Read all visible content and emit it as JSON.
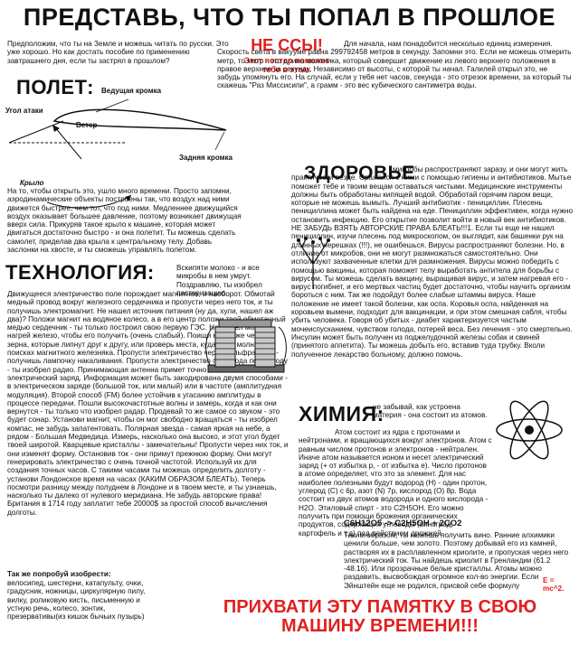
{
  "title": "ПРЕДСТАВЬ, ЧТО ТЫ ПОПАЛ В ПРОШЛОЕ",
  "intro": {
    "text": "Предположим, что ты на Земле и можешь читать по русски. Это уже хорошо. Но как достать пособие по применению завтрашнего дня, если ты застрял в прошлом?",
    "ne_ssy": "НЕ ССЫ!",
    "poster": "Этот постер поможет тебе в этом."
  },
  "measure": "Для начала, нам понадобится несколько единиц измерения. Скорость света в вакууме равна 299792458 метров в секунду. Запомни это. Если не можешь отмерить метр, то метр - это длина маятника, который совершит движение из левого верхнего положения в правое верхнее за секунду. Независимо от высоты, с которой ты начал. Галилей открыл это, не забудь упомянуть его. На случай, если у тебя нет часов, секунда - это отрезок времени, за который ты скажешь \"Раз Миссисипи\", а грамм - это вес кубического сантиметра воды.",
  "flight": {
    "heading": "ПОЛЕТ:",
    "labels": {
      "leading_edge": "Ведущая кромка",
      "attack_angle": "Угол атаки",
      "wind": "Ветер",
      "trailing_edge": "Задняя кромка",
      "wing": "Крыло"
    },
    "text": "На то, чтобы открыть это, ушло много времени. Просто запомни, аэродинамические объекты построены так, что воздух над ними движется быстрее, чем тот, что под ними. Медленнее движущийся воздух оказывает большее давление, поэтому возникает движущая вверх сила. Прикуряв такое крыло к машине, которая может двигаться достаточно быстро - и она полетит. Ты можешь сделать самолет, приделав два крыла к центральному телу. Добавь заслонки на хвосте, и ты сможешь управлять полетом."
  },
  "health": {
    "heading": "ЗДОРОВЬЕ",
    "text": "микробы распространяют заразу, и они могут жить практически везде. Сражайся с ними с помощью гигиены и антибиотиков. Мытье поможет тебе и твоим вещам оставаться чистыми. Медицинские инструменты должны быть обработаны кипящей водой. Обработай горячим паром вещи, которые не можешь вымыть. Лучший антибиотик - пенициллин. Плесень пенициллина может быть найдена на еде. Пенициллин эффективен, когда нужно остановить инфекцию. Его открытие позволит войти в новый век антибиотиков. НЕ ЗАБУДЬ ВЗЯТЬ АВТОРСКИЕ ПРАВА БЛЕАТЬ!!!1. Если ты еще не нашел пенициллин, изучи плесень под микроскопом, он выглядит, как башенки рук на длинных черешках (!!!), не ошибешься. Вирусы распространяют болезни. Но, в отличие от микробов, они не могут размножаться самостоятельно. Они используют захваченные клетки для размножения. Вирусы можно победить с помощью вакцины, которая поможет телу выработать антитела для борьбы с вирусом. Ты можешь сделать вакцину, выращивая вирус, и затем нагревая его - вирус погибнет, и его мертвых частиц будет достаточно, чтобы научить организм бороться с ним. Так же подойдут более слабые штаммы вируса. Наше положение не имеет такой болезни, как оспа. Коровья оспа, найденная на коровьем вымени, подходит для вакцинации, и при этом смешная сабля, чтобы убить человека. Говоря об убитых - диабет характеризуется частым мочеиспусканием, чувством голода, потерей веса. Без лечения - это смертельно. Инсулин может быть получен из поджелудочной железы собак и свиней (принятого аппетита). Ты можешь добыть его, вставив туда трубку. Вколи полученное лекарство больному, должно помочь."
  },
  "technology": {
    "heading": "ТЕХНОЛОГИЯ:",
    "side": "Вскипяти молоко - и все микробы в нем умрут. Поздравляю, ты изобрел пастеризацию.",
    "text": "Движущееся электричество поле порождает магнитное, и наоборот. Обмотай медный провод вокруг железного сердечника и пропусти через него ток, и ты получишь электромагнит. Не нашел источник питания (ну да, хули, нашел аж два)? Положи магнит на водяное колесо, а в его центр положи твой обмотанный медью сердечник - ты только построил свою первую ГЭС. Не нашел магнит - нагрей железо, чтобы его получить (очень слабый). Поищи на пляже черные зерна, которые липнут друг к другу, или проверь места, куда била молния в поисках магнитного железняка. Пропусти электричество через вольфрам (!!!) - получишь лампочку накаливания. Пропусти электричество гуда-сюда по проводу - ты изобрел радио. Принимающая антенна примет точно такой же электрический заряд. Информация может быть закодирована двумя способами - в электрическом заряде (большой ток, или малый) или в частоте (амплитудная модуляция). Второй способ (FM) более устойчив к угасанию амплитуды в процессе передачи. Пошли высокочастотные волны и замерь, когда и как они вернутся - ты только что изобрел радар. Продевай то же самое со звуком - это будет сонар. Установи магнит, чтобы он мог свободно вращаться - ты изобрел компас, не забудь запатентовать. Полярная звезда - самая яркая на небе, а рядом - Большая Медведица. Измерь, насколько она высоко, и этот угол будет твоей широтой. Кварцевые кристаллы - замечательны! Пропусти через них ток, и они изменят форму. Остановив ток - они примут прежнюю форму. Они могут генерировать электричество с очень точной частотой. Используй их для создания точных часов. С такими часами ты можешь определить долготу - установи Лондонское время на часах (КАКИМ ОБРАЗОМ БЛЕАТЬ). Теперь посмотри разницу между полуднем в Лондоне и в твоем месте, и ты узнаешь, насколько ты далеко от нулевого меридиана. Не забудь авторские права! Британия в 1714 году заплатит тебе 20000$ за простой способ вычисления долготы.",
    "also_heading": "Так же попробуй изобрести:",
    "also_text": "велосипед, шестерни, катапульту, очки, градусник, ножницы, циркулярную пилу, вилку, роликовую кисть, письменную и устную речь, колесо, зонтик, презервативы(из кишок бычьих пузырь)"
  },
  "chemistry": {
    "heading": "ХИМИЯ:",
    "side": "не забывай, как устроена материя - она состоит из атомов.",
    "text": "Атом состоит из ядра с протонами и нейтронами, и вращающихся вокруг электронов. Атом с равным числом протонов и электронов - нейтрален. Иначе атом называется ионом и несет электрический заряд (+ от избытка p, - от избытка e). Число протонов в атоме определяет, что это за элемент. Для нас наиболее полезными будут водород (H) - один протон, углерод (C) с 6p, азот (N) 7p, кислород (O) 8p. Вода состоит из двух атомов водорода и одного кислорода - H2O. Этиловый спирт - это C2H5OH. Его можно получить при помощи брожения органических продуктов, содержащих углеводы (виноград, картофель и т.д) под действием дрожжей.",
    "formula": "C6H12O5 -> C2H5OH + 2CO2",
    "text2": "Таким образом, ты можешь получить вино. Ранние алхимики ценили больше, чем золото. Поэтому добывай его из камней, растворяя их в расплавленном криолите, и пропуская через него электрический ток. Ты найдешь криолит в Гренландии (61.2 -48.16). Или прозрачные белые кристаллы. Атомы можно раздавить, высвобождая огромное кол-во энергии. Если Эйнштейн еще не родился, присвой себе формулу",
    "emc": "E = mc^2."
  },
  "footer": "ПРИХВАТИ ЭТУ ПАМЯТКУ В СВОЮ МАШИНУ ВРЕМЕНИ!!!"
}
